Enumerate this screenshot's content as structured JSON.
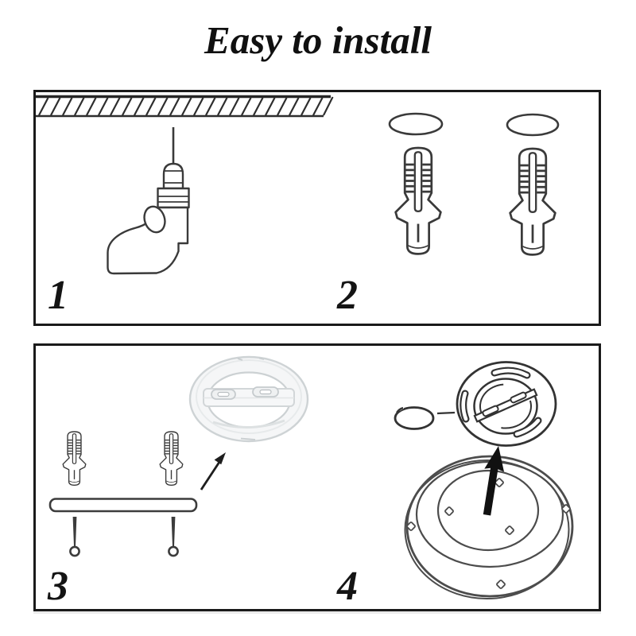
{
  "title": "Easy to install",
  "steps": [
    {
      "number": "1",
      "icon": "drill-ceiling-icon"
    },
    {
      "number": "2",
      "icon": "wall-anchor-icon"
    },
    {
      "number": "3",
      "icon": "bracket-and-screws-icon"
    },
    {
      "number": "4",
      "icon": "attach-base-icon"
    }
  ],
  "colors": {
    "line": "#3a3a3a",
    "panel_border": "#1a1a1a",
    "arrow_black": "#111111",
    "photo_gray": "#ced3d5"
  }
}
